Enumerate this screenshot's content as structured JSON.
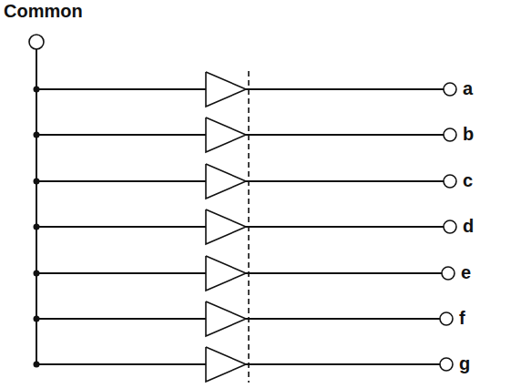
{
  "diagram": {
    "labels": [
      "Common",
      "a",
      "b",
      "c",
      "d",
      "e",
      "f",
      "g"
    ]
  }
}
